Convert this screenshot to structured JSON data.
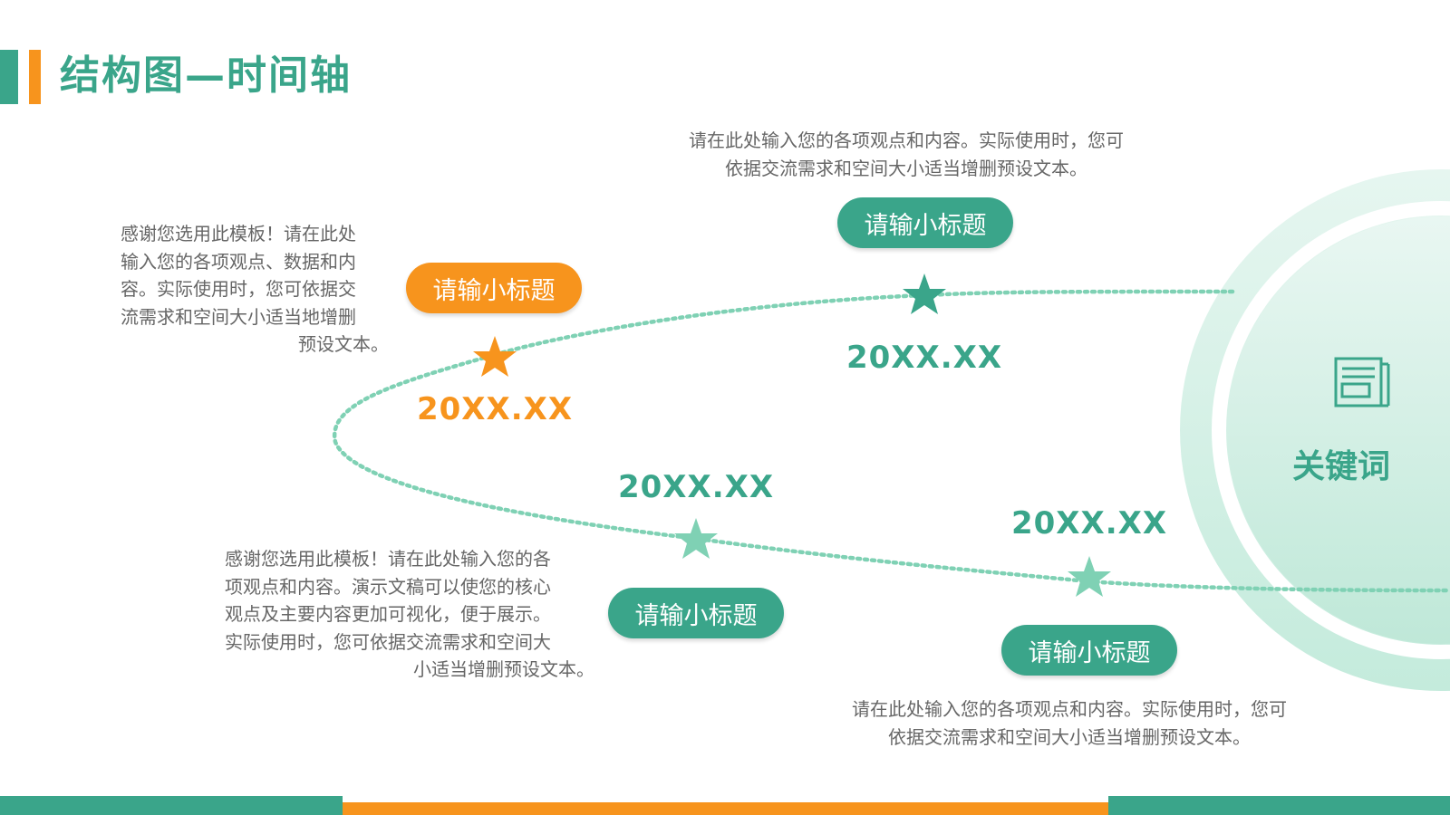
{
  "title": "结构图—时间轴",
  "keyword": "关键词",
  "icon": "document-icon",
  "colors": {
    "green": "#3aa58a",
    "orange": "#f7941d",
    "light_green": "#7fd1b4"
  },
  "milestones": [
    {
      "date": "20XX.XX",
      "subtitle": "请输小标题",
      "desc_lines": [
        "感谢您选用此模板！请在此处",
        "输入您的各项观点、数据和内",
        "容。实际使用时，您可依据交",
        "流需求和空间大小适当地增删",
        "预设文本。"
      ]
    },
    {
      "date": "20XX.XX",
      "subtitle": "请输小标题",
      "desc_lines": [
        "请在此处输入您的各项观点和内容。实际使用时，您可",
        "依据交流需求和空间大小适当增删预设文本。"
      ]
    },
    {
      "date": "20XX.XX",
      "subtitle": "请输小标题",
      "desc_lines": [
        "感谢您选用此模板！请在此处输入您的各",
        "项观点和内容。演示文稿可以使您的核心",
        "观点及主要内容更加可视化，便于展示。",
        "实际使用时，您可依据交流需求和空间大",
        "小适当增删预设文本。"
      ]
    },
    {
      "date": "20XX.XX",
      "subtitle": "请输小标题",
      "desc_lines": [
        "请在此处输入您的各项观点和内容。实际使用时，您可",
        "依据交流需求和空间大小适当增删预设文本。"
      ]
    }
  ]
}
